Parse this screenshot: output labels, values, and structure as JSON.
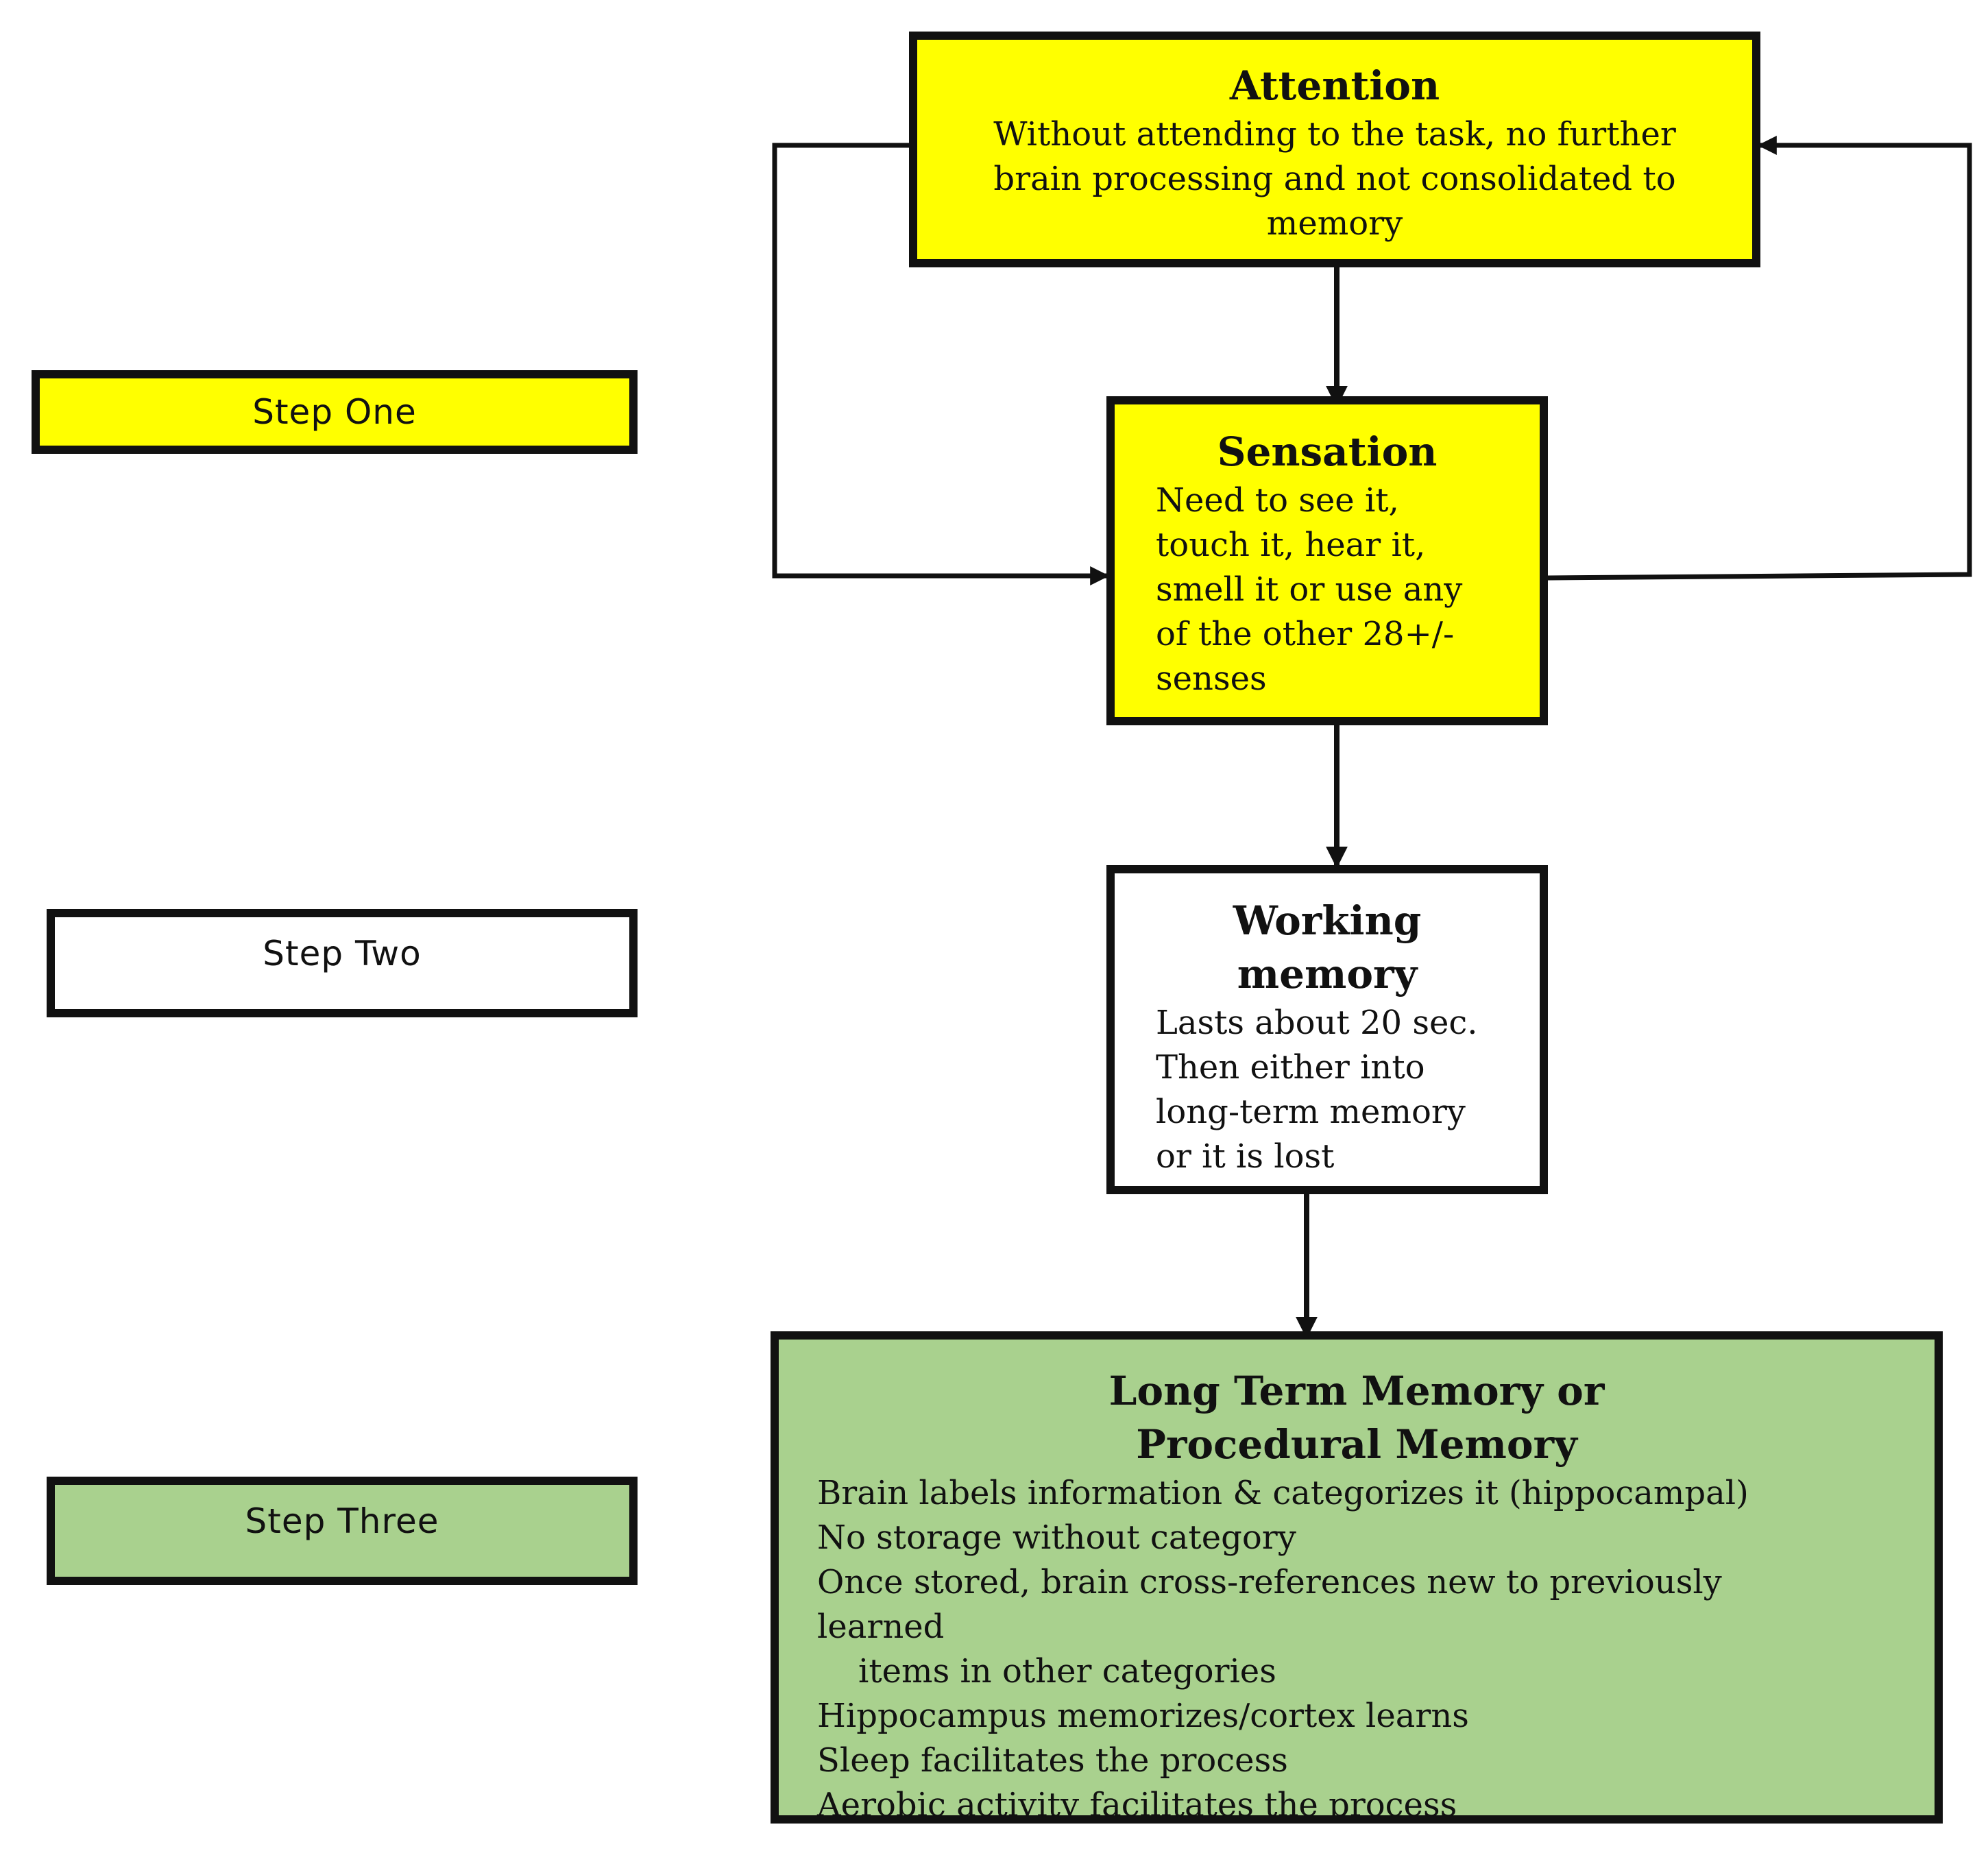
{
  "colors": {
    "yellow": "#ffff00",
    "white": "#ffffff",
    "green": "#a9d18e",
    "border": "#111111"
  },
  "steps": {
    "one": "Step One",
    "two": "Step Two",
    "three": "Step Three"
  },
  "attention": {
    "title": "Attention",
    "lines": [
      "Without attending to the task, no further",
      "brain processing and not consolidated to",
      "memory"
    ]
  },
  "sensation": {
    "title": "Sensation",
    "lines": [
      "Need to see it,",
      "touch it, hear it,",
      "smell it or use any",
      "of the other 28+/-",
      "senses"
    ]
  },
  "working_memory": {
    "title_lines": [
      "Working",
      "memory"
    ],
    "lines": [
      "Lasts about 20 sec.",
      "Then either into",
      "long-term memory",
      "or it is lost"
    ]
  },
  "long_term_memory": {
    "title_lines": [
      "Long Term Memory or",
      "Procedural Memory"
    ],
    "lines": [
      "Brain labels information & categorizes it (hippocampal)",
      "No storage without category",
      "Once stored, brain cross-references new to previously",
      "learned",
      "items in other categories",
      "Hippocampus memorizes/cortex learns",
      "Sleep facilitates the process",
      "Aerobic activity facilitates the process"
    ]
  }
}
